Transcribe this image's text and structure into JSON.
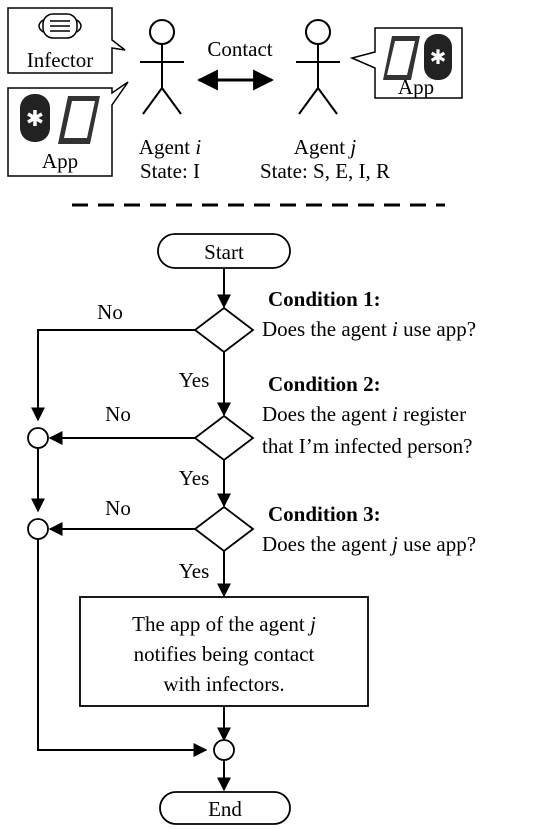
{
  "top": {
    "infector_label": "Infector",
    "contact_label": "Contact",
    "app_label_left": "App",
    "app_label_right": "App",
    "bluetooth_symbol": "✱",
    "agent_i": {
      "name": "Agent",
      "var": "i",
      "state": "State: I"
    },
    "agent_j": {
      "name": "Agent",
      "var": "j",
      "state": "State: S, E, I, R"
    }
  },
  "flow": {
    "start": "Start",
    "end": "End",
    "no_label": "No",
    "yes_label": "Yes",
    "conditions": [
      {
        "title": "Condition 1:",
        "line1_pre": "Does the agent ",
        "line1_var": "i",
        "line1_post": " use app?"
      },
      {
        "title": "Condition 2:",
        "line1_pre": "Does the agent ",
        "line1_var": "i",
        "line1_post": " register",
        "line2": "that I’m infected person?"
      },
      {
        "title": "Condition 3:",
        "line1_pre": "Does the agent ",
        "line1_var": "j",
        "line1_post": " use app?"
      }
    ],
    "notify_box": {
      "line1_pre": "The app of the agent ",
      "line1_var": "j",
      "line2": "notifies being contact",
      "line3": "with infectors."
    }
  }
}
